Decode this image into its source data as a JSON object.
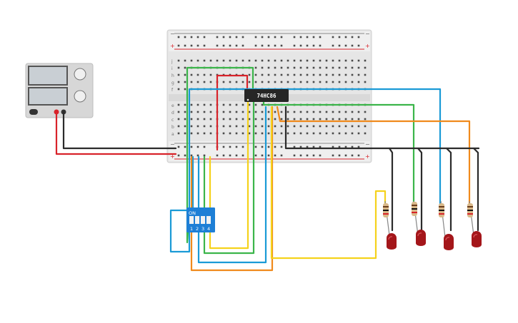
{
  "chip": {
    "label": "74HC86"
  },
  "dip_switch": {
    "on_label": "ON",
    "positions": [
      "1",
      "2",
      "3",
      "4"
    ]
  },
  "breadboard": {
    "rail_plus": "+",
    "rail_minus": "−",
    "row_letters_top": [
      "j",
      "i",
      "h",
      "g",
      "f"
    ],
    "row_letters_bottom": [
      "e",
      "d",
      "c",
      "b",
      "a"
    ]
  },
  "colors": {
    "red": "#d8232a",
    "black": "#2b2b2b",
    "green": "#3bb54a",
    "blue": "#1a9ad6",
    "yellow": "#f5d21c",
    "orange": "#f08a1c",
    "led": "#a4161a",
    "dip_body": "#1e7fd6",
    "board": "#e9e9e9"
  },
  "leds": [
    "led-1",
    "led-2",
    "led-3",
    "led-4"
  ]
}
